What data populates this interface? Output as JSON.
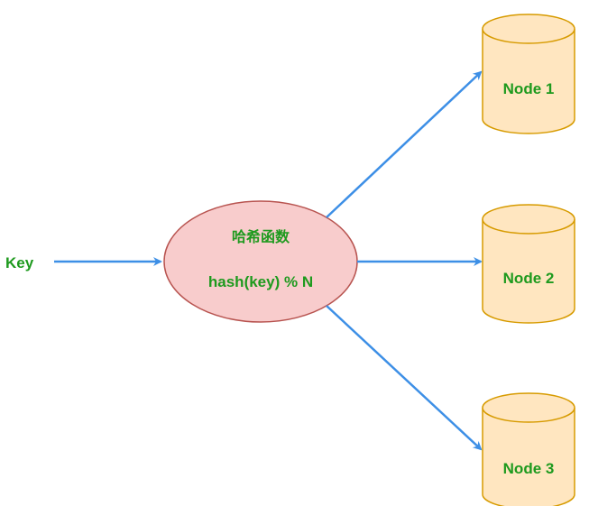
{
  "colors": {
    "arrow": "#3d8fe6",
    "label_text": "#1e9a1e",
    "ellipse_fill": "#f8cccc",
    "ellipse_stroke": "#b85450",
    "node_fill": "#ffe6c0",
    "node_stroke": "#d79b00"
  },
  "input": {
    "label": "Key"
  },
  "hash_function": {
    "title": "哈希函数",
    "formula": "hash(key) % N"
  },
  "nodes": [
    {
      "label": "Node 1"
    },
    {
      "label": "Node 2"
    },
    {
      "label": "Node 3"
    }
  ]
}
